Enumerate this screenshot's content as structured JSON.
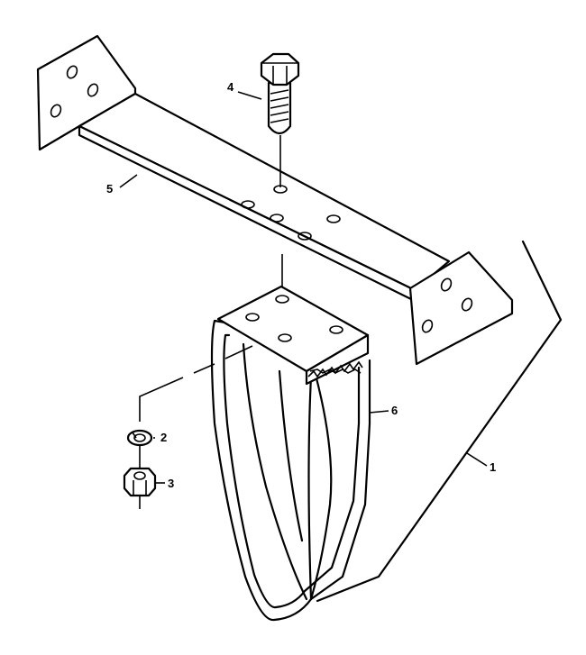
{
  "callouts": [
    {
      "id": "1",
      "text": "1"
    },
    {
      "id": "2",
      "text": "2"
    },
    {
      "id": "3",
      "text": "3"
    },
    {
      "id": "4",
      "text": "4"
    },
    {
      "id": "5",
      "text": "5"
    },
    {
      "id": "6",
      "text": "6"
    }
  ],
  "colors": {
    "line": "#000000",
    "background": "#ffffff"
  }
}
